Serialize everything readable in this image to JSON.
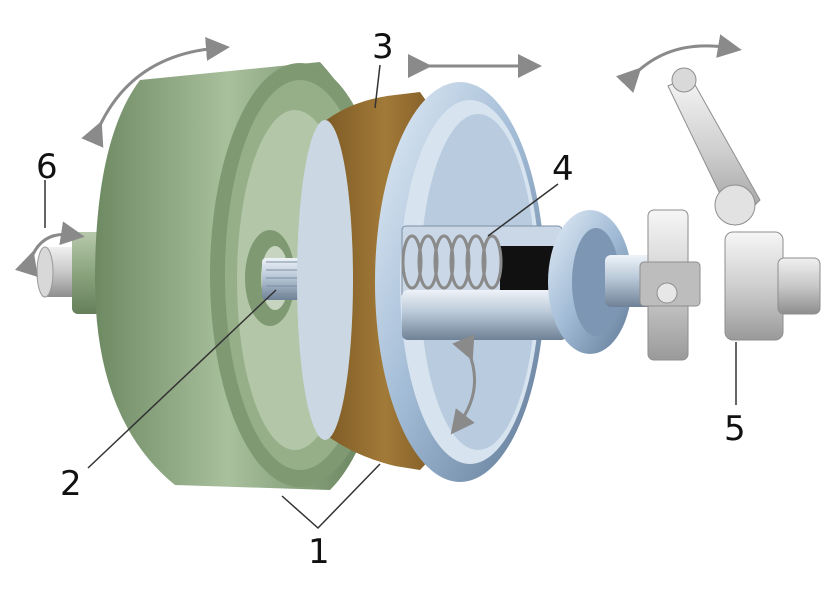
{
  "labels": {
    "l1": "1",
    "l2": "2",
    "l3": "3",
    "l4": "4",
    "l5": "5",
    "l6": "6"
  },
  "colors": {
    "drum_green": "#8aa57f",
    "band_brown": "#8d6a2f",
    "steel_blue": "#a9c1dc",
    "spring_silver": "#d9d9d9",
    "arrow_gray": "#8a8a8a"
  }
}
